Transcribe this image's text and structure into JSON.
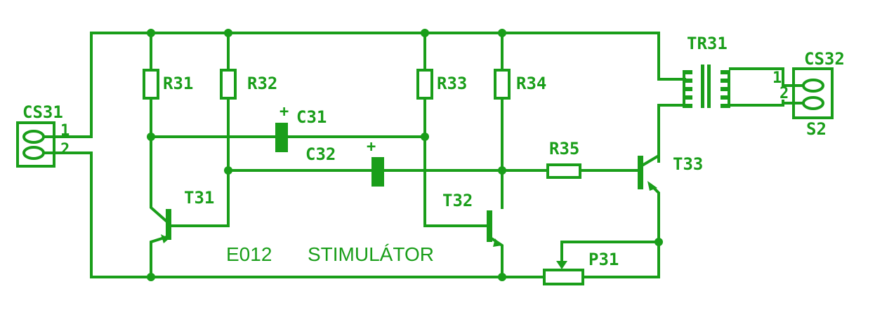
{
  "colors": {
    "trace": "#1a9e1a",
    "background": "#ffffff"
  },
  "title": {
    "code": "E012",
    "name": "STIMULÁTOR"
  },
  "connectors": {
    "cs31": {
      "label": "CS31",
      "pin1": "1",
      "pin2": "2"
    },
    "cs32": {
      "label": "CS32",
      "pin1": "1",
      "pin2": "2",
      "sublabel": "S2"
    }
  },
  "resistors": {
    "r31": "R31",
    "r32": "R32",
    "r33": "R33",
    "r34": "R34",
    "r35": "R35"
  },
  "capacitors": {
    "c31": "C31",
    "c32": "C32",
    "polarity": "+"
  },
  "transistors": {
    "t31": "T31",
    "t32": "T32",
    "t33": "T33"
  },
  "transformer": {
    "tr31": "TR31"
  },
  "potentiometer": {
    "p31": "P31"
  }
}
